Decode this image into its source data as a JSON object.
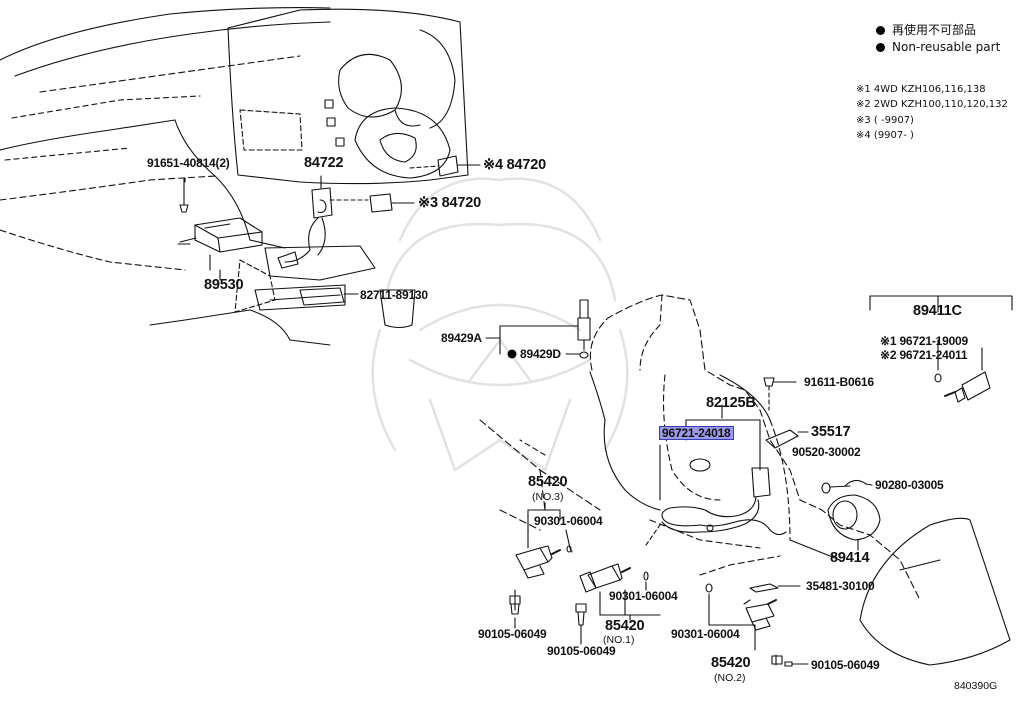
{
  "legend": {
    "title_jp": "再使用不可部品",
    "title_en": "Non-reusable part"
  },
  "notes": [
    "※1 4WD KZH106,116,138",
    "※2 2WD KZH100,110,120,132",
    "※3 (        -9907)",
    "※4 (9907-        )"
  ],
  "parts": {
    "p_91651": "91651-40814(2)",
    "p_84722": "84722",
    "p_84720_4": "※4 84720",
    "p_84720_3": "※3 84720",
    "p_89530": "89530",
    "p_82711": "82711-89130",
    "p_89429A": "89429A",
    "p_89429D": "89429D",
    "p_89411C": "89411C",
    "p_96721_19009": "※1 96721-19009",
    "p_96721_24011": "※2 96721-24011",
    "p_91611": "91611-B0616",
    "p_82125B": "82125B",
    "p_96721_24018": "96721-24018",
    "p_35517": "35517",
    "p_90520": "90520-30002",
    "p_90280": "90280-03005",
    "p_85420_no3": "85420",
    "p_85420_no3_sub": "(NO.3)",
    "p_90301_a": "90301-06004",
    "p_89414": "89414",
    "p_35481": "35481-30100",
    "p_90301_b": "90301-06004",
    "p_85420_no1": "85420",
    "p_85420_no1_sub": "(NO.1)",
    "p_90105_a": "90105-06049",
    "p_90105_b": "90105-06049",
    "p_90301_c": "90301-06004",
    "p_85420_no2": "85420",
    "p_85420_no2_sub": "(NO.2)",
    "p_90105_c": "90105-06049"
  },
  "diagram_id": "840390G",
  "colors": {
    "line": "#111111",
    "highlight": "#9a9ae8",
    "highlight_border": "#3a3ab5",
    "watermark": "#e4e4e4"
  }
}
